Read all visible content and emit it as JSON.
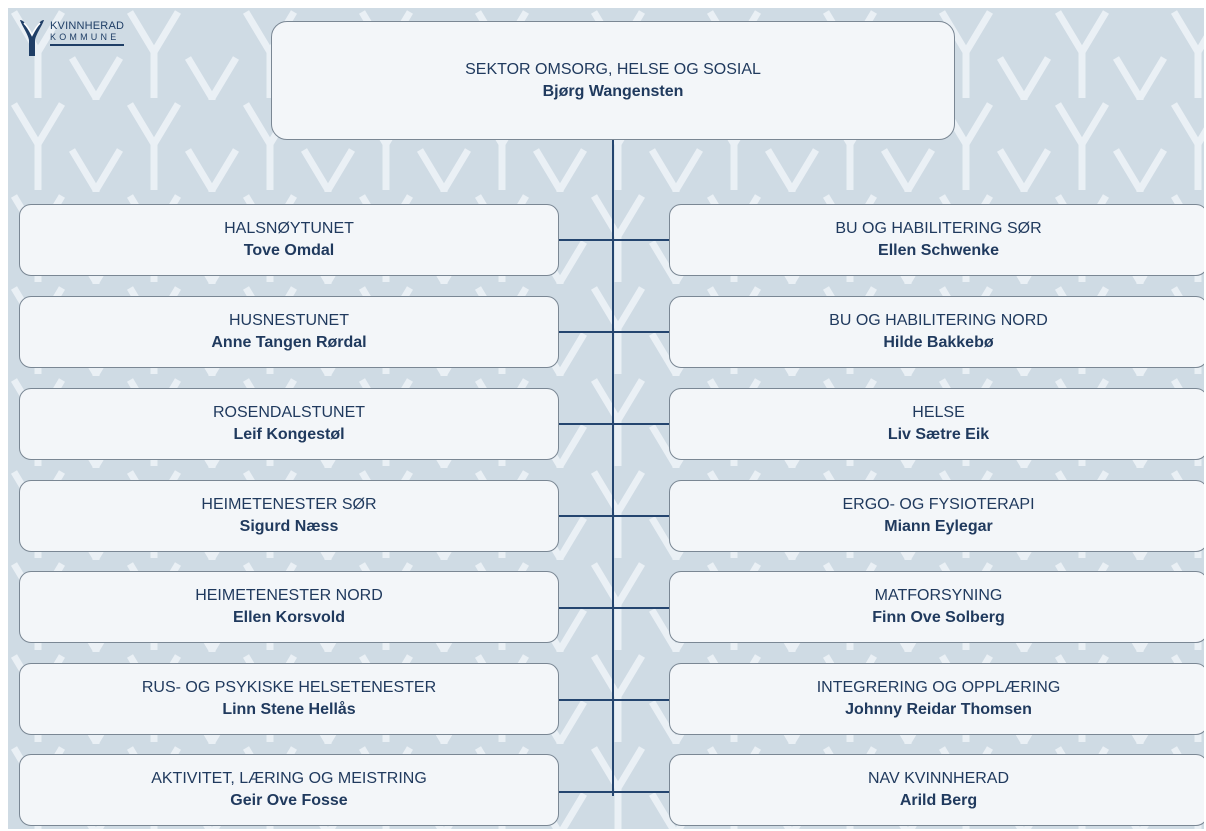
{
  "logo": {
    "line1": "KVINNHERAD",
    "line2": "KOMMUNE",
    "icon": "y-emblem-icon",
    "color": "#1f3e66"
  },
  "colors": {
    "background": "#cfdbe4",
    "box": "#f3f6f9",
    "text": "#203a5e",
    "connector": "#24456f"
  },
  "head": {
    "title": "SEKTOR OMSORG, HELSE OG SOSIAL",
    "name": "Bjørg Wangensten"
  },
  "left": [
    {
      "title": "HALSNØYTUNET",
      "name": "Tove Omdal"
    },
    {
      "title": "HUSNESTUNET",
      "name": "Anne Tangen Rørdal"
    },
    {
      "title": "ROSENDALSTUNET",
      "name": "Leif Kongestøl"
    },
    {
      "title": "HEIMETENESTER SØR",
      "name": "Sigurd Næss"
    },
    {
      "title": "HEIMETENESTER NORD",
      "name": "Ellen Korsvold"
    },
    {
      "title": "RUS- OG PSYKISKE HELSETENESTER",
      "name": "Linn Stene Hellås"
    },
    {
      "title": "AKTIVITET, LÆRING OG MEISTRING",
      "name": "Geir Ove Fosse"
    }
  ],
  "right": [
    {
      "title": "BU OG HABILITERING SØR",
      "name": "Ellen Schwenke"
    },
    {
      "title": "BU OG HABILITERING NORD",
      "name": "Hilde Bakkebø"
    },
    {
      "title": "HELSE",
      "name": "Liv Sætre Eik"
    },
    {
      "title": "ERGO- OG FYSIOTERAPI",
      "name": "Miann Eylegar"
    },
    {
      "title": "MATFORSYNING",
      "name": "Finn Ove Solberg"
    },
    {
      "title": "INTEGRERING OG OPPLÆRING",
      "name": "Johnny Reidar Thomsen"
    },
    {
      "title": "NAV KVINNHERAD",
      "name": "Arild Berg"
    }
  ]
}
